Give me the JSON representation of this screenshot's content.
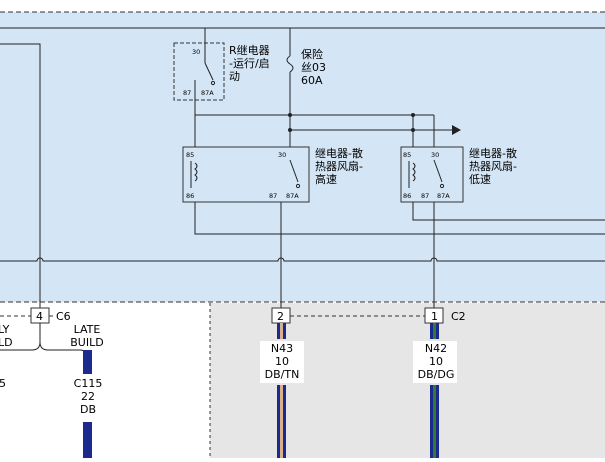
{
  "relay_r": {
    "name_lines": [
      "R继电器",
      "-运行/启",
      "动"
    ],
    "pins": {
      "p30": "30",
      "p87": "87",
      "p87a": "87A"
    }
  },
  "fuse": {
    "lines": [
      "保险",
      "丝03",
      "60A"
    ]
  },
  "relay_high": {
    "name_lines": [
      "继电器-散",
      "热器风扇-",
      "高速"
    ],
    "pins": {
      "p85": "85",
      "p86": "86",
      "p30": "30",
      "p87": "87",
      "p87a": "87A"
    }
  },
  "relay_low": {
    "name_lines": [
      "继电器-散",
      "热器风扇-",
      "低速"
    ],
    "pins": {
      "p85": "85",
      "p86": "86",
      "p30": "30",
      "p87": "87",
      "p87a": "87A"
    }
  },
  "connectors": {
    "c6": {
      "pin": "4",
      "label": "C6"
    },
    "c2_pin2": {
      "pin": "2"
    },
    "c2_pin1": {
      "pin": "1",
      "label": "C2"
    }
  },
  "builds": {
    "early_partial": [
      "LY",
      "LD"
    ],
    "late": [
      "LATE",
      "BUILD"
    ]
  },
  "circuits": {
    "c115_partial": "5",
    "c115": [
      "C115",
      "22",
      "DB"
    ],
    "n43": [
      "N43",
      "10",
      "DB/TN"
    ],
    "n42": [
      "N42",
      "10",
      "DB/DG"
    ]
  },
  "colors": {
    "module_fill": "#d4e5f5",
    "harness_bg": "#e6e6e6",
    "wire_db": "#1b2a8c",
    "stripe_tn": "#d8b08c",
    "stripe_dg": "#2e7d32",
    "line": "#222222"
  }
}
